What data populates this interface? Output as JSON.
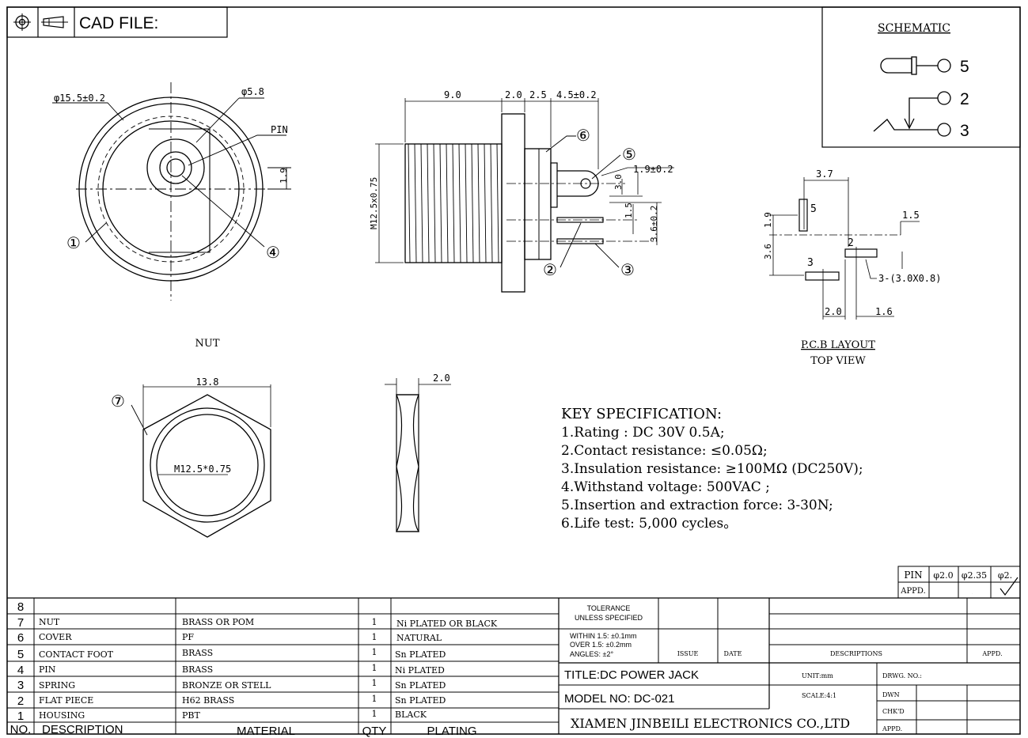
{
  "title_block": {
    "cad_label": "CAD FILE:",
    "projection_icon": "projection-symbol",
    "target_icon": "target-crosshair"
  },
  "schematic": {
    "title": "SCHEMATIC",
    "pins": [
      "5",
      "2",
      "3"
    ]
  },
  "front_view": {
    "dim_outer": "φ15.5±0.2",
    "dim_inner": "φ5.8",
    "pin_label": "PIN",
    "dim_pin_offset": "1.9",
    "callouts": [
      "①",
      "④"
    ]
  },
  "side_view": {
    "dims_top": [
      "9.0",
      "2.0",
      "2.5",
      "4.5±0.2"
    ],
    "dim_thread": "M12.5x0.75",
    "dim_r1": "1.9±0.2",
    "dim_r2": "3.0",
    "dim_r3": "1.5",
    "dim_r4": "3.6±0.2",
    "callouts": [
      "⑥",
      "⑤",
      "②",
      "③"
    ]
  },
  "pcb": {
    "dim_top": "3.7",
    "dim_left1": "1.9",
    "dim_left2": "3.6",
    "dim_right": "1.5",
    "label_5": "5",
    "label_2": "2",
    "label_3": "3",
    "slot": "3-(3.0X0.8)",
    "dim_b1": "2.0",
    "dim_b2": "1.6",
    "caption": "P.C.B LAYOUT",
    "subcaption": "TOP VIEW"
  },
  "nut": {
    "title": "NUT",
    "dim_width": "13.8",
    "thread": "M12.5*0.75",
    "callout": "⑦",
    "dim_thickness": "2.0"
  },
  "specs": {
    "heading": "KEY SPECIFICATION:",
    "lines": [
      "1.Rating : DC 30V 0.5A;",
      "2.Contact resistance: ≤0.05Ω;",
      "3.Insulation resistance: ≥100MΩ (DC250V);",
      "4.Withstand voltage: 500VAC ;",
      "5.Insertion and extraction force: 3-30N;",
      "6.Life test: 5,000 cycles。"
    ]
  },
  "pin_table": {
    "header": [
      "PIN",
      "φ2.0",
      "φ2.35",
      "φ2."
    ],
    "appd": "APPD.",
    "check": "√"
  },
  "bom": {
    "rows": [
      {
        "no": "8",
        "desc": "",
        "mat": "",
        "qty": "",
        "plating": ""
      },
      {
        "no": "7",
        "desc": "NUT",
        "mat": "BRASS OR POM",
        "qty": "1",
        "plating": "Ni PLATED OR BLACK"
      },
      {
        "no": "6",
        "desc": "COVER",
        "mat": "PF",
        "qty": "1",
        "plating": "NATURAL"
      },
      {
        "no": "5",
        "desc": "CONTACT FOOT",
        "mat": "BRASS",
        "qty": "1",
        "plating": "Sn PLATED"
      },
      {
        "no": "4",
        "desc": "PIN",
        "mat": "BRASS",
        "qty": "1",
        "plating": "Ni PLATED"
      },
      {
        "no": "3",
        "desc": "SPRING",
        "mat": "BRONZE OR STELL",
        "qty": "1",
        "plating": "Sn PLATED"
      },
      {
        "no": "2",
        "desc": "FLAT PIECE",
        "mat": "H62 BRASS",
        "qty": "1",
        "plating": "Sn PLATED"
      },
      {
        "no": "1",
        "desc": "HOUSING",
        "mat": "PBT",
        "qty": "1",
        "plating": "BLACK"
      }
    ],
    "headers": {
      "no": "NO.",
      "desc": "DESCRIPTION",
      "mat": "MATERIAL",
      "qty": "QTY",
      "plating": "PLATING"
    }
  },
  "tolerance": {
    "l1": "TOLERANCE",
    "l2": "UNLESS SPECIFIED",
    "l3": "WITHIN 1.5: ±0.1mm",
    "l4": "OVER 1.5:  ±0.2mm",
    "l5": "ANGLES: ±2°",
    "issue": "ISSUE",
    "date": "DATE",
    "descriptions": "DESCRIPTIONS",
    "appd": "APPD."
  },
  "title_info": {
    "title": "TITLE:DC POWER JACK",
    "model": "MODEL NO: DC-021",
    "company": "XIAMEN JINBEILI ELECTRONICS CO.,LTD",
    "unit": "UNIT:mm",
    "scale": "SCALE:4:1",
    "drwg": "DRWG. NO.:",
    "dwn": "DWN",
    "chkd": "CHK'D",
    "appd": "APPD."
  }
}
